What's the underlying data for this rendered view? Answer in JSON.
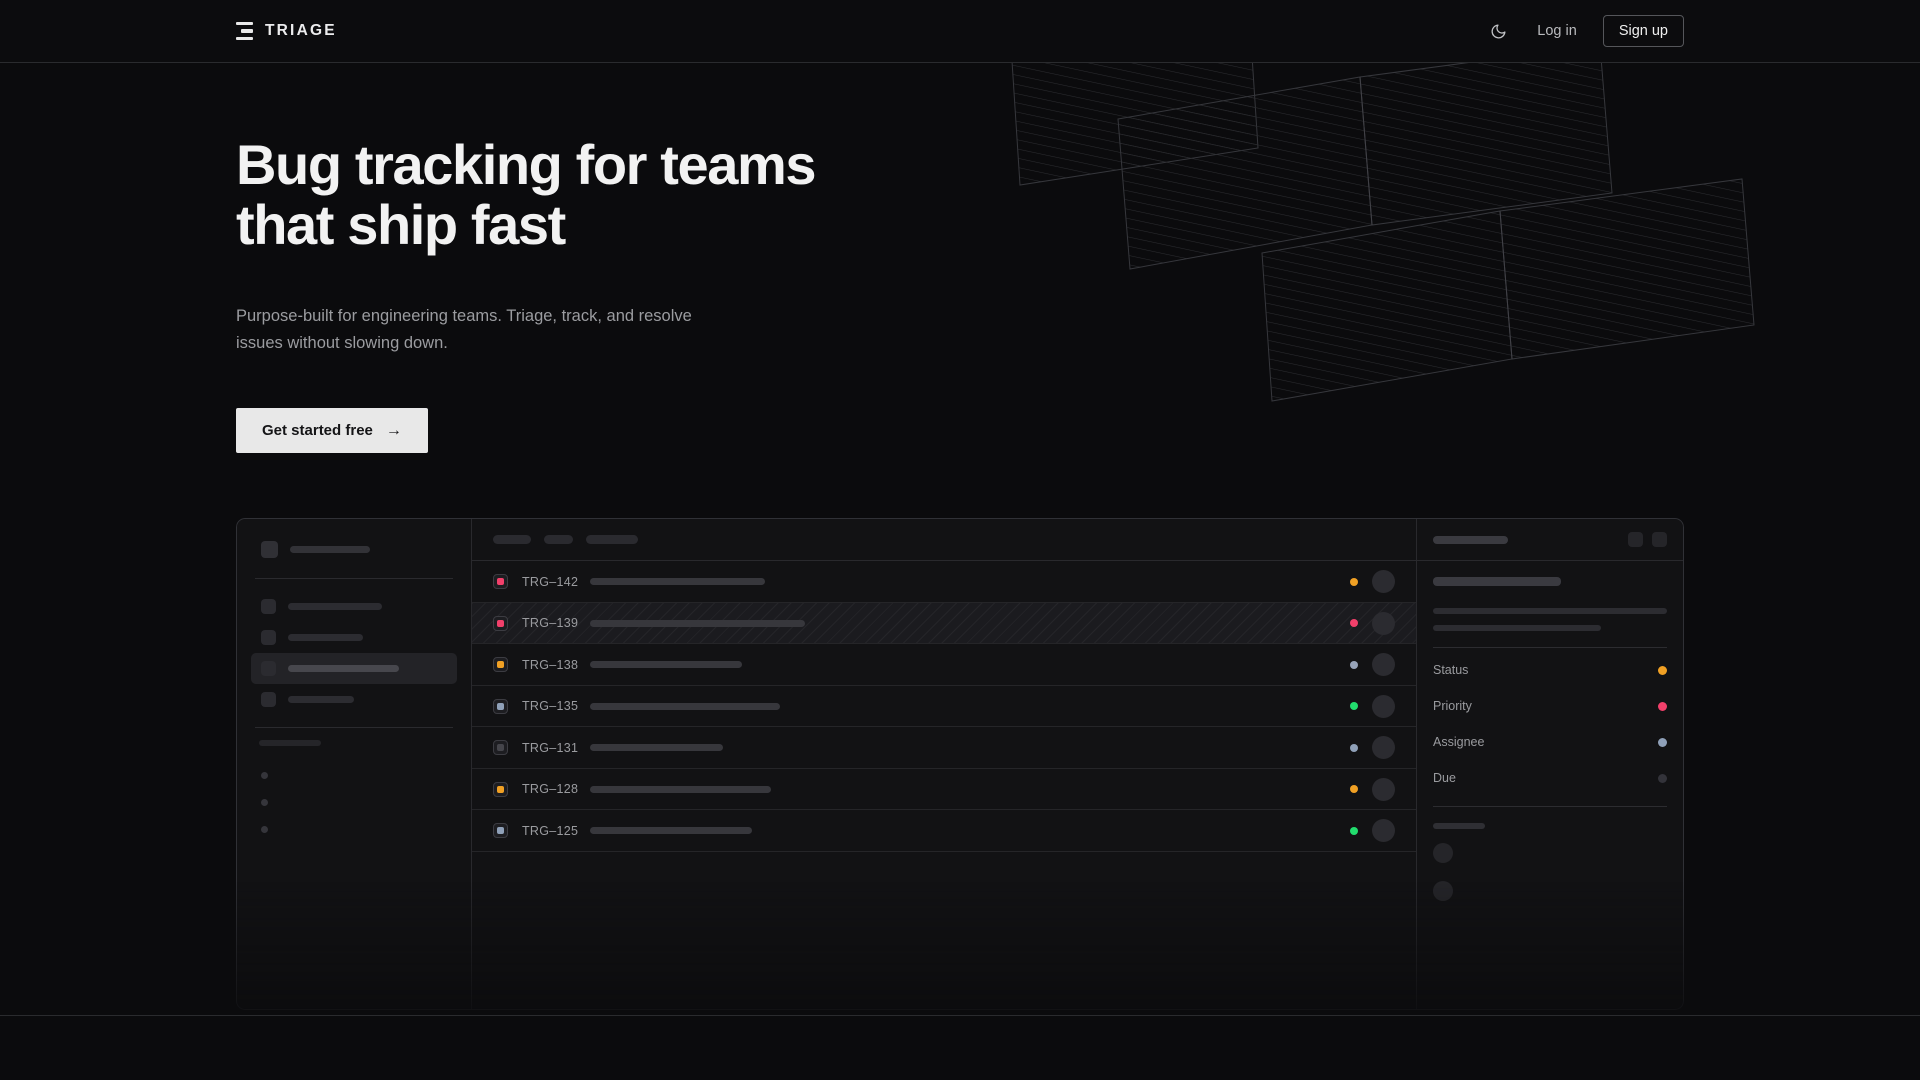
{
  "header": {
    "brand": "TRIAGE",
    "brand_icon": "triage-bars-icon",
    "theme_toggle_icon": "moon-icon",
    "login_label": "Log in",
    "signup_label": "Sign up"
  },
  "hero": {
    "title_line1": "Bug tracking for teams",
    "title_line2": "that ship fast",
    "subtitle": "Purpose-built for engineering teams. Triage, track, and resolve issues without slowing down.",
    "cta_label": "Get started free",
    "cta_arrow": "→"
  },
  "mockup": {
    "issues": [
      {
        "id": "TRG–142",
        "priority_color": "#f2406b",
        "status_color": "#f0a024",
        "title_width": 175,
        "selected": false
      },
      {
        "id": "TRG–139",
        "priority_color": "#f2406b",
        "status_color": "#f2406b",
        "title_width": 215,
        "selected": true
      },
      {
        "id": "TRG–138",
        "priority_color": "#f0a024",
        "status_color": "#97a3b8",
        "title_width": 152,
        "selected": false
      },
      {
        "id": "TRG–135",
        "priority_color": "#8fa0b8",
        "status_color": "#22dd6e",
        "title_width": 190,
        "selected": false
      },
      {
        "id": "TRG–131",
        "priority_color": "#45454b",
        "status_color": "#8fa0b8",
        "title_width": 133,
        "selected": false
      },
      {
        "id": "TRG–128",
        "priority_color": "#f0a024",
        "status_color": "#f0a024",
        "title_width": 181,
        "selected": false
      },
      {
        "id": "TRG–125",
        "priority_color": "#8fa0b8",
        "status_color": "#22dd6e",
        "title_width": 162,
        "selected": false
      }
    ],
    "detail_fields": [
      {
        "label": "Status",
        "color": "#f0a024"
      },
      {
        "label": "Priority",
        "color": "#f2406b"
      },
      {
        "label": "Assignee",
        "color": "#8fa0b8"
      },
      {
        "label": "Due",
        "color": "#33333a"
      }
    ]
  },
  "colors": {
    "page_bg": "#0b0b0d",
    "surface": "#121214",
    "border": "#2a2b2e",
    "text_primary": "#f2f2f2",
    "text_muted": "#9b9ca0",
    "accent_red": "#f2406b",
    "accent_orange": "#f0a024",
    "accent_green": "#22dd6e",
    "accent_blue": "#8fa0b8",
    "cta_bg": "#e8e8e8"
  }
}
